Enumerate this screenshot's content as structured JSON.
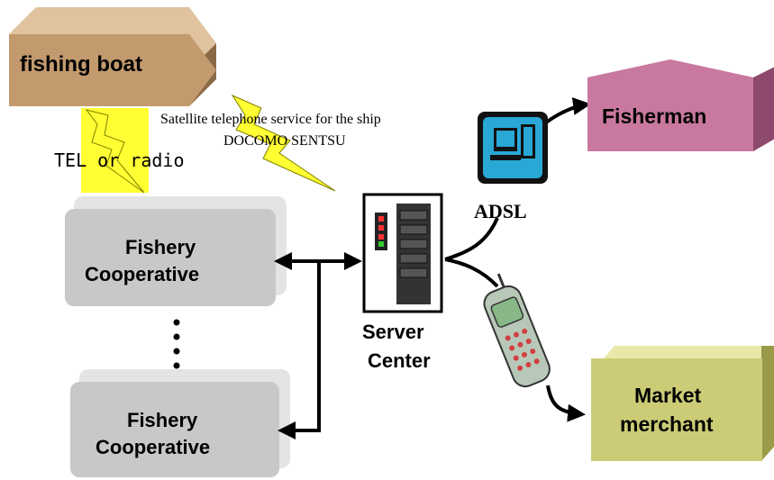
{
  "diagram": {
    "fishing_boat": "fishing boat",
    "tel_or_radio": "TEL or radio",
    "satellite_line1": "Satellite telephone service for the ship",
    "satellite_line2": "DOCOMO SENTSU",
    "coop_top_line1": "Fishery",
    "coop_top_line2": "Cooperative",
    "coop_bottom_line1": "Fishery",
    "coop_bottom_line2": "Cooperative",
    "server_line1": "Server",
    "server_line2": "Center",
    "adsl": "ADSL",
    "fisherman": "Fisherman",
    "market_line1": "Market",
    "market_line2": "merchant"
  },
  "colors": {
    "boat": "#c29a6e",
    "fisherman": "#c9799f",
    "market": "#cccc77",
    "coop": "#c8c8c8",
    "lightning_yellow": "#ffff33"
  },
  "icons": [
    "lightning-bolt-icon",
    "server-icon",
    "computer-monitor-icon",
    "mobile-phone-icon"
  ]
}
